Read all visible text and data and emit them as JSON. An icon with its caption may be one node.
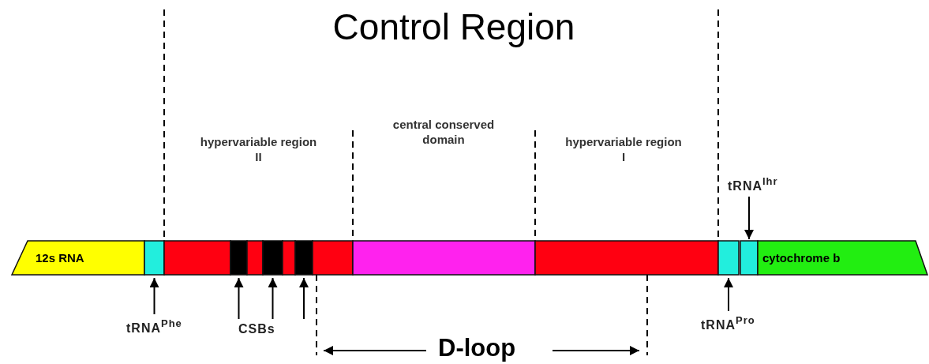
{
  "diagram": {
    "title": "Control Region",
    "nodes": [
      {
        "text": [
          "12s RNA"
        ]
      },
      {
        "text": [],
        "shape": "box"
      },
      {
        "text": [],
        "shape": "box"
      },
      {
        "text": [],
        "shape": "box"
      },
      {
        "text": [],
        "shape": "box"
      },
      {
        "text": [],
        "shape": "box"
      },
      {
        "text": [],
        "shape": "box"
      },
      {
        "text": [],
        "shape": "box"
      },
      {
        "text": [],
        "shape": "box"
      },
      {
        "text": [],
        "shape": "box"
      },
      {
        "text": [],
        "shape": "box"
      },
      {
        "text": [],
        "shape": "box"
      },
      {
        "text": [],
        "shape": "box"
      },
      {
        "text": [
          "cytochrome b"
        ]
      },
      {
        "text": [
          "tRNA$^{Ihr}$"
        ]
      },
      {
        "text": [
          "tRNA$^{Phe}$"
        ]
      },
      {
        "text": [
          "CSBs"
        ]
      },
      {
        "text": [
          "tRNA$^{Pro}$"
        ]
      }
    ],
    "edges": [
      {
        "from": 14,
        "to": 12,
        "arrow": "to"
      },
      {
        "from": 15,
        "to": 1,
        "arrow": "to"
      },
      {
        "from": 16,
        "to": 3,
        "arrow": "to"
      },
      {
        "from": 16,
        "to": 5,
        "arrow": "to"
      },
      {
        "from": 16,
        "to": 7,
        "arrow": "to"
      },
      {
        "from": 17,
        "to": 11,
        "arrow": "to"
      }
    ],
    "labels": [
      "hypervariable region II",
      "central conserved domain",
      "hypervariable region I",
      "D-loop"
    ]
  }
}
